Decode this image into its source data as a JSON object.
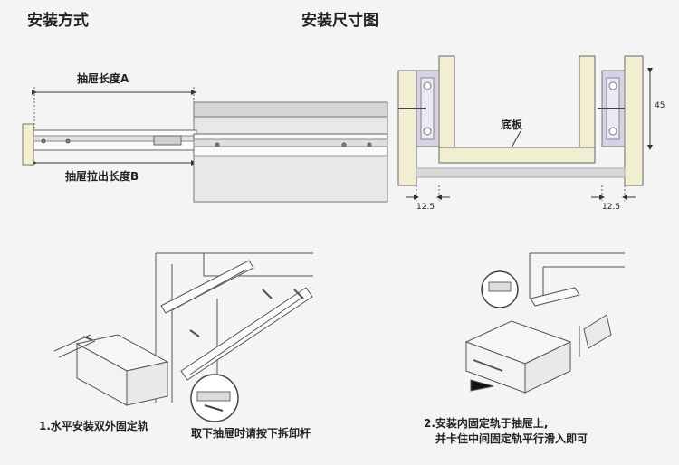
{
  "titles": {
    "install_method": "安装方式",
    "install_dimensions": "安装尺寸图"
  },
  "top_left": {
    "drawer_length": "抽屉长度A",
    "drawer_pullout_length": "抽屉拉出长度B"
  },
  "top_right": {
    "base_board": "底板",
    "dim_45": "45",
    "dim_left": "12.5",
    "dim_right": "12.5"
  },
  "steps": {
    "step1": "1.水平安装双外固定轨",
    "step1_note": "取下抽屉时请按下拆卸杆",
    "step2_line1": "2.安装内固定轨于抽屉上,",
    "step2_line2": "并卡住中间固定轨平行滑入即可"
  }
}
